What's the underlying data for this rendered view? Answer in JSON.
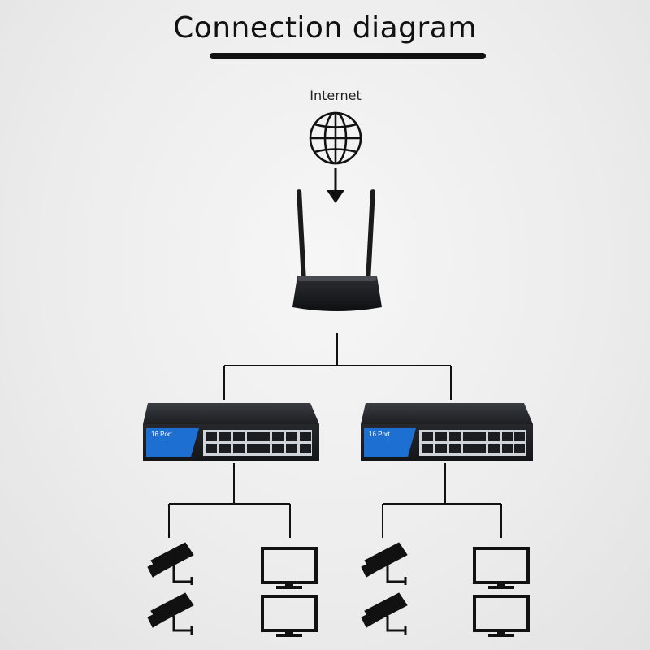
{
  "title": "Connection diagram",
  "internet_label": "Internet",
  "switches": [
    {
      "label": "16 Port"
    },
    {
      "label": "16 Port"
    }
  ]
}
